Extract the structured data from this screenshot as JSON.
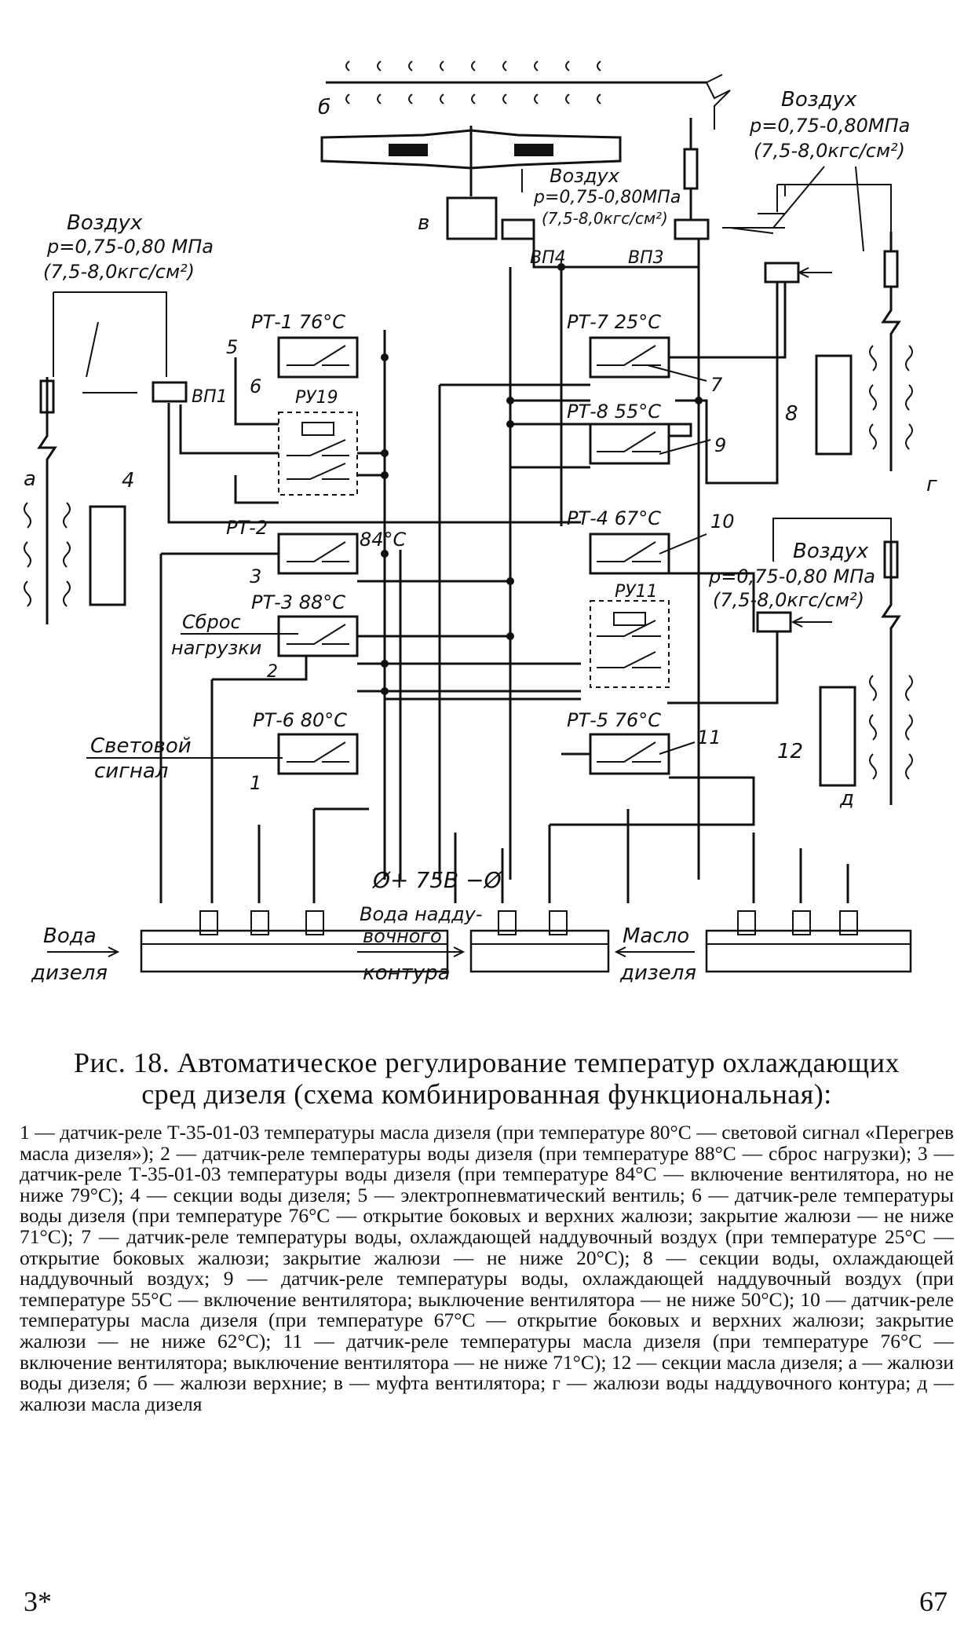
{
  "diagram": {
    "air_pressure_1": "Воздух",
    "air_pressure_2": "р=0,75-0,80МПа",
    "air_pressure_3": "(7,5-8,0кгс/см²)",
    "air_center_1": "Воздух",
    "air_center_2": "р=0,75-0,80МПа",
    "air_center_3": "(7,5-8,0кгс/см²)",
    "air_left_1": "Воздух",
    "air_left_2": "р=0,75-0,80 МПа",
    "air_left_3": "(7,5-8,0кгс/см²)",
    "air_right_1": "Воздух",
    "air_right_2": "р=0,75-0,80 МПа",
    "air_right_3": "(7,5-8,0кгс/см²)",
    "vp4": "ВП4",
    "vp3": "ВП3",
    "vp1": "ВП1",
    "rt1": "РТ-1  76°С",
    "rt7": "РТ-7  25°С",
    "ru19": "РУ19",
    "rt8": "РТ-8  55°С",
    "rt2": "РТ-2",
    "rt2_temp": "84°С",
    "rt4": "РТ-4  67°С",
    "ru11": "РУ11",
    "rt3": "РТ-3  88°С",
    "sbros_1": "Сброс",
    "sbros_2": "нагрузки",
    "rt6": "РТ-6  80°С",
    "rt5": "РТ-5  76°С",
    "svet_1": "Световой",
    "svet_2": "сигнал",
    "voltage": "Ø+ 75В −Ø",
    "voda_diz_1": "Вода",
    "voda_diz_2": "дизеля",
    "voda_nadd_1": "Вода надду-",
    "voda_nadd_2": "вочного",
    "voda_nadd_3": "контура",
    "maslo_1": "Масло",
    "maslo_2": "дизеля",
    "n_b": "б",
    "n_v": "в",
    "n_a": "а",
    "n_g": "г",
    "n_d": "д",
    "n_1": "1",
    "n_2": "2",
    "n_3": "3",
    "n_4": "4",
    "n_5": "5",
    "n_6": "6",
    "n_7": "7",
    "n_8": "8",
    "n_9": "9",
    "n_10": "10",
    "n_11": "11",
    "n_12": "12"
  },
  "caption": {
    "title_line1": "Рис. 18. Автоматическое регулирование температур охлаждающих",
    "title_line2": "сред дизеля (схема комбинированная функциональная):",
    "body": "1 — датчик-реле Т-35-01-03 температуры масла дизеля (при температуре 80°С — световой сигнал «Перегрев масла дизеля»); 2 — датчик-реле температуры воды дизеля (при температуре 88°С — сброс нагрузки); 3 — датчик-реле Т-35-01-03 температуры воды дизеля (при температуре 84°С — включение вентилятора, но не ниже 79°С); 4 — секции воды дизеля; 5 — электропневматический вентиль; 6 — датчик-реле температуры воды дизеля (при температуре 76°С — открытие боковых и верхних жалюзи; закрытие жалюзи — не ниже 71°С); 7 — датчик-реле температуры воды, охлаждающей наддувочный воздух (при температуре 25°С — открытие боковых жалюзи; закрытие жалюзи — не ниже 20°С); 8 — секции воды, охлаждающей наддувочный воздух; 9 — датчик-реле температуры воды, охлаждающей наддувочный воздух (при температуре 55°С — включение вентилятора; выключение вентилятора — не ниже 50°С); 10 — датчик-реле температуры масла дизеля (при температуре 67°С — открытие боковых и верхних жалюзи; закрытие жалюзи — не ниже 62°С); 11 — датчик-реле температуры масла дизеля (при температуре 76°С — включение вентилятора; выключение вентилятора — не ниже 71°С); 12 — секции масла дизеля; а — жалюзи воды дизеля; б — жалюзи верхние; в — муфта вентилятора; г — жалюзи воды наддувочного контура; д — жалюзи масла дизеля"
  },
  "footer": {
    "left": "3*",
    "right": "67"
  }
}
